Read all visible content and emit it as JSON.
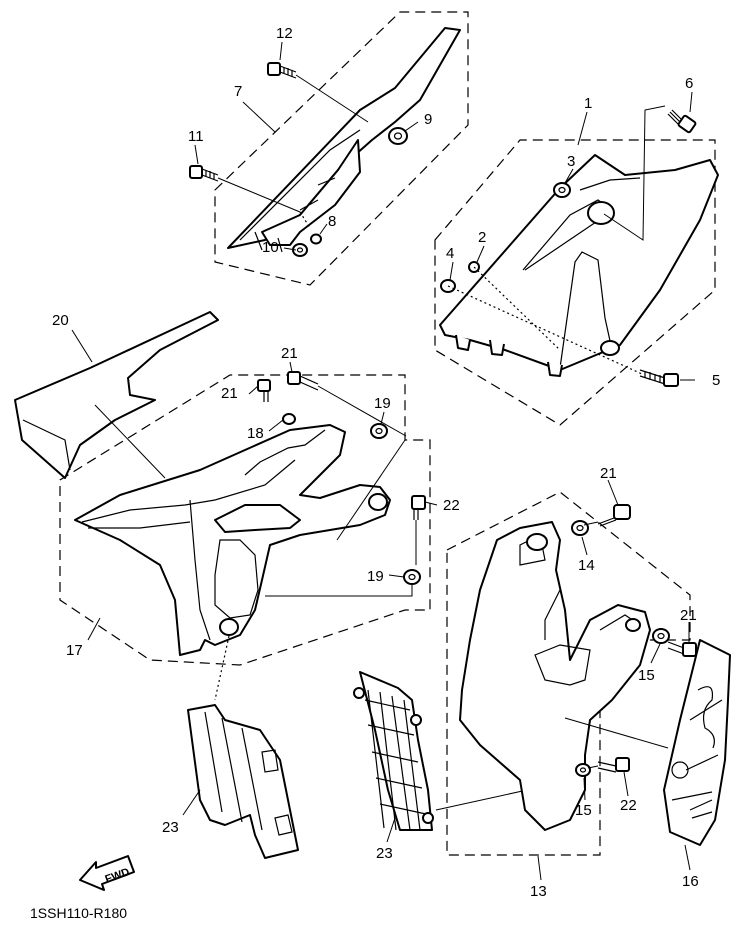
{
  "diagram_code": "1SSH110-R180",
  "fwd_label": "FWD",
  "callouts": {
    "c1": "1",
    "c2": "2",
    "c3": "3",
    "c4": "4",
    "c5": "5",
    "c6": "6",
    "c7": "7",
    "c8": "8",
    "c9": "9",
    "c10": "10",
    "c11": "11",
    "c12": "12",
    "c13": "13",
    "c14": "14",
    "c15a": "15",
    "c15b": "15",
    "c16": "16",
    "c17": "17",
    "c18": "18",
    "c19a": "19",
    "c19b": "19",
    "c20": "20",
    "c21a": "21",
    "c21b": "21",
    "c21c": "21",
    "c21d": "21",
    "c22a": "22",
    "c22b": "22",
    "c23a": "23",
    "c23b": "23"
  }
}
